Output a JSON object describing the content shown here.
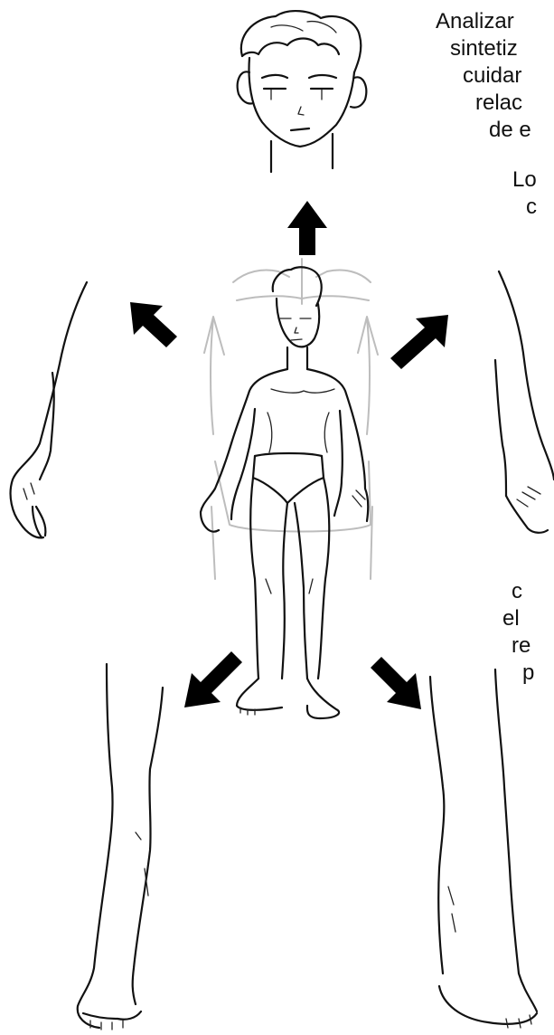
{
  "text_top": [
    "Analizar",
    "sintetiz",
    "cuidar",
    "relac",
    "de e"
  ],
  "text_mid": [
    "Lo",
    "c"
  ],
  "text_bottom": [
    "c",
    "el",
    "re",
    "p"
  ],
  "colors": {
    "ink": "#111111",
    "guide": "#bdbdbd",
    "background": "#ffffff"
  },
  "arrows": [
    "up-arrow-icon",
    "up-left-arrow-icon",
    "up-right-arrow-icon",
    "down-left-arrow-icon",
    "down-right-arrow-icon"
  ]
}
